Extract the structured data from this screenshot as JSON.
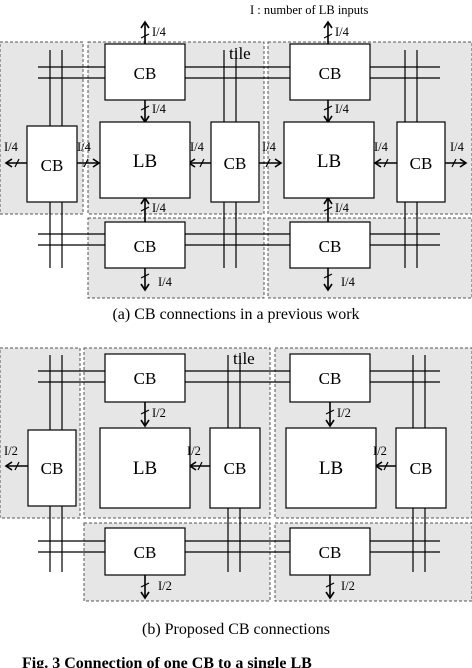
{
  "legend_note": "I : number of LB inputs",
  "panel_a": {
    "tile_label": "tile",
    "caption": "(a) CB connections in a previous work",
    "edge_label": "I/4"
  },
  "panel_b": {
    "tile_label": "tile",
    "caption": "(b) Proposed CB connections",
    "edge_label": "I/2"
  },
  "block_labels": {
    "cb": "CB",
    "lb": "LB"
  },
  "figure_caption": "Fig. 3    Connection of one CB to a single LB"
}
